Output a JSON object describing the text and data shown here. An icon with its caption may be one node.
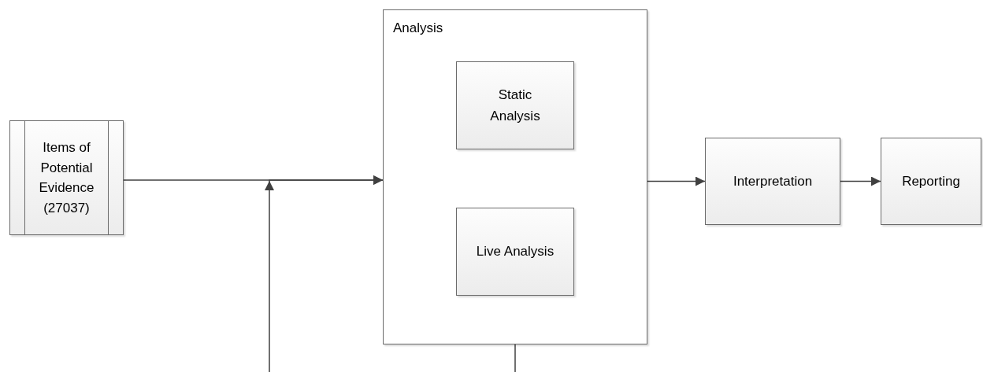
{
  "diagram": {
    "nodes": [
      {
        "text": [
          "Items of Potential Evidence (27037)"
        ]
      },
      {
        "text": [
          "Analysis"
        ]
      },
      {
        "text": [
          "Static Analysis"
        ],
        "in": 1
      },
      {
        "text": [
          "Live Analysis"
        ],
        "in": 1
      },
      {
        "text": [
          "Interpretation"
        ]
      },
      {
        "text": [
          "Reporting"
        ]
      }
    ],
    "edges": [
      {
        "from": 0,
        "to": 1,
        "arrow": "to"
      },
      {
        "from": null,
        "to": 1,
        "arrow": "to"
      },
      {
        "from": 1,
        "to": null,
        "arrow": "none"
      },
      {
        "from": 1,
        "to": 4,
        "arrow": "to"
      },
      {
        "from": 4,
        "to": 5,
        "arrow": "to"
      }
    ]
  }
}
